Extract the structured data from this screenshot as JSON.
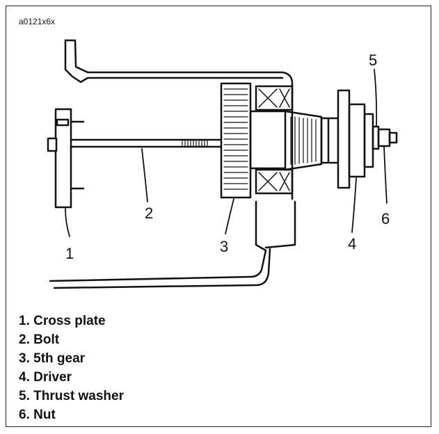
{
  "figure_id": "a0121x6x",
  "callouts": {
    "c1": "1",
    "c2": "2",
    "c3": "3",
    "c4": "4",
    "c5": "5",
    "c6": "6"
  },
  "legend": [
    "1. Cross plate",
    "2. Bolt",
    "3. 5th gear",
    "4. Driver",
    "5. Thrust washer",
    "6. Nut"
  ]
}
